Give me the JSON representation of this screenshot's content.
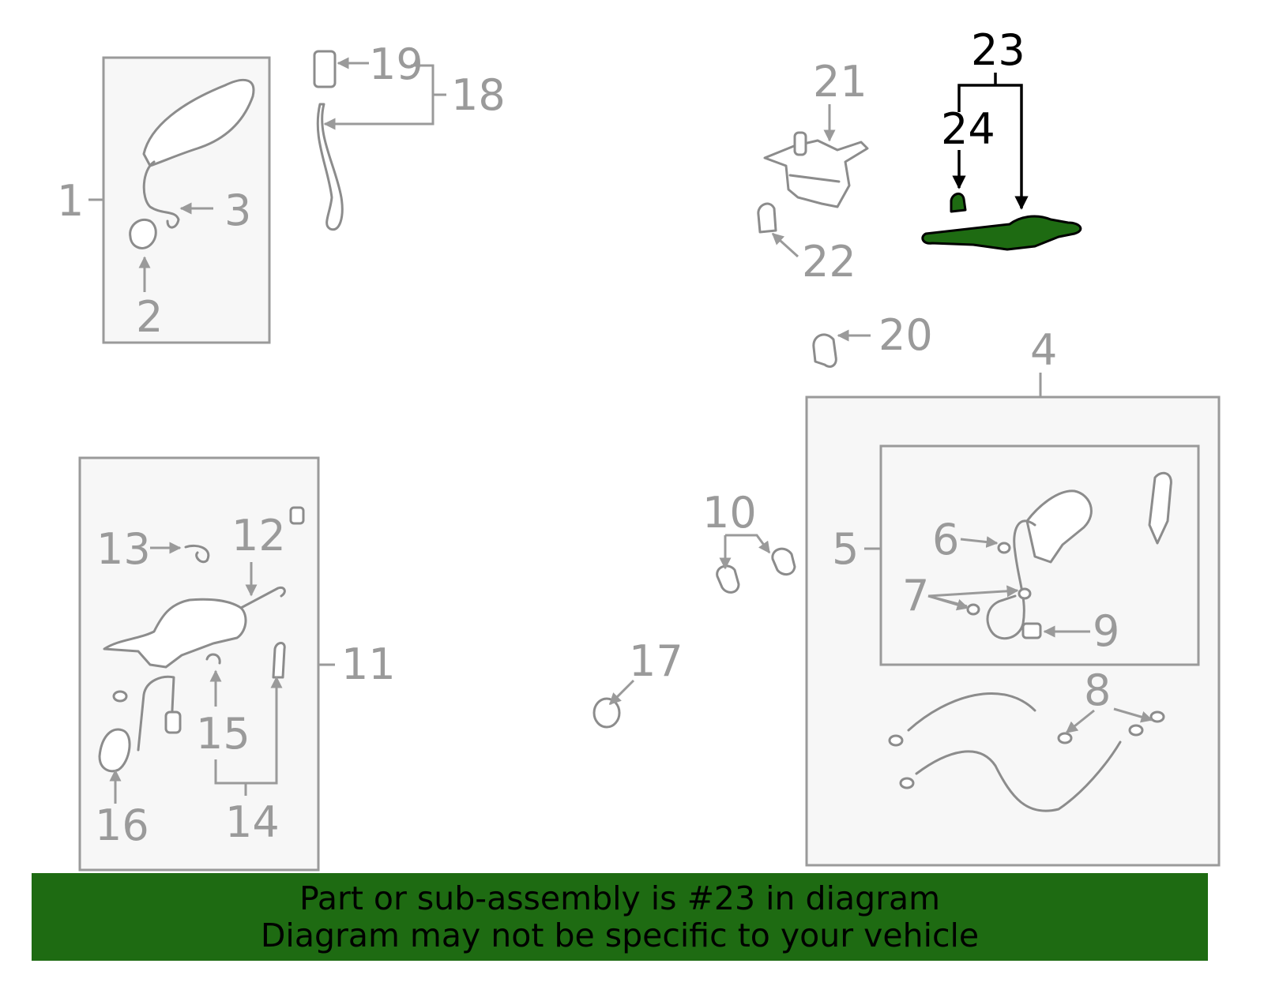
{
  "colors": {
    "highlight": "#1e6b12",
    "banner_bg": "#1e6b12",
    "outline": "#9a9a9a",
    "box_fill": "#f7f7f7"
  },
  "callouts": {
    "n1": "1",
    "n2": "2",
    "n3": "3",
    "n4": "4",
    "n5": "5",
    "n6": "6",
    "n7": "7",
    "n8": "8",
    "n9": "9",
    "n10": "10",
    "n11": "11",
    "n12": "12",
    "n13": "13",
    "n14": "14",
    "n15": "15",
    "n16": "16",
    "n17": "17",
    "n18": "18",
    "n19": "19",
    "n20": "20",
    "n21": "21",
    "n22": "22",
    "n23": "23",
    "n24": "24"
  },
  "highlighted_part": "23",
  "banner": {
    "line1": "Part or sub-assembly is #23 in diagram",
    "line2": "Diagram may not be specific to your vehicle"
  }
}
